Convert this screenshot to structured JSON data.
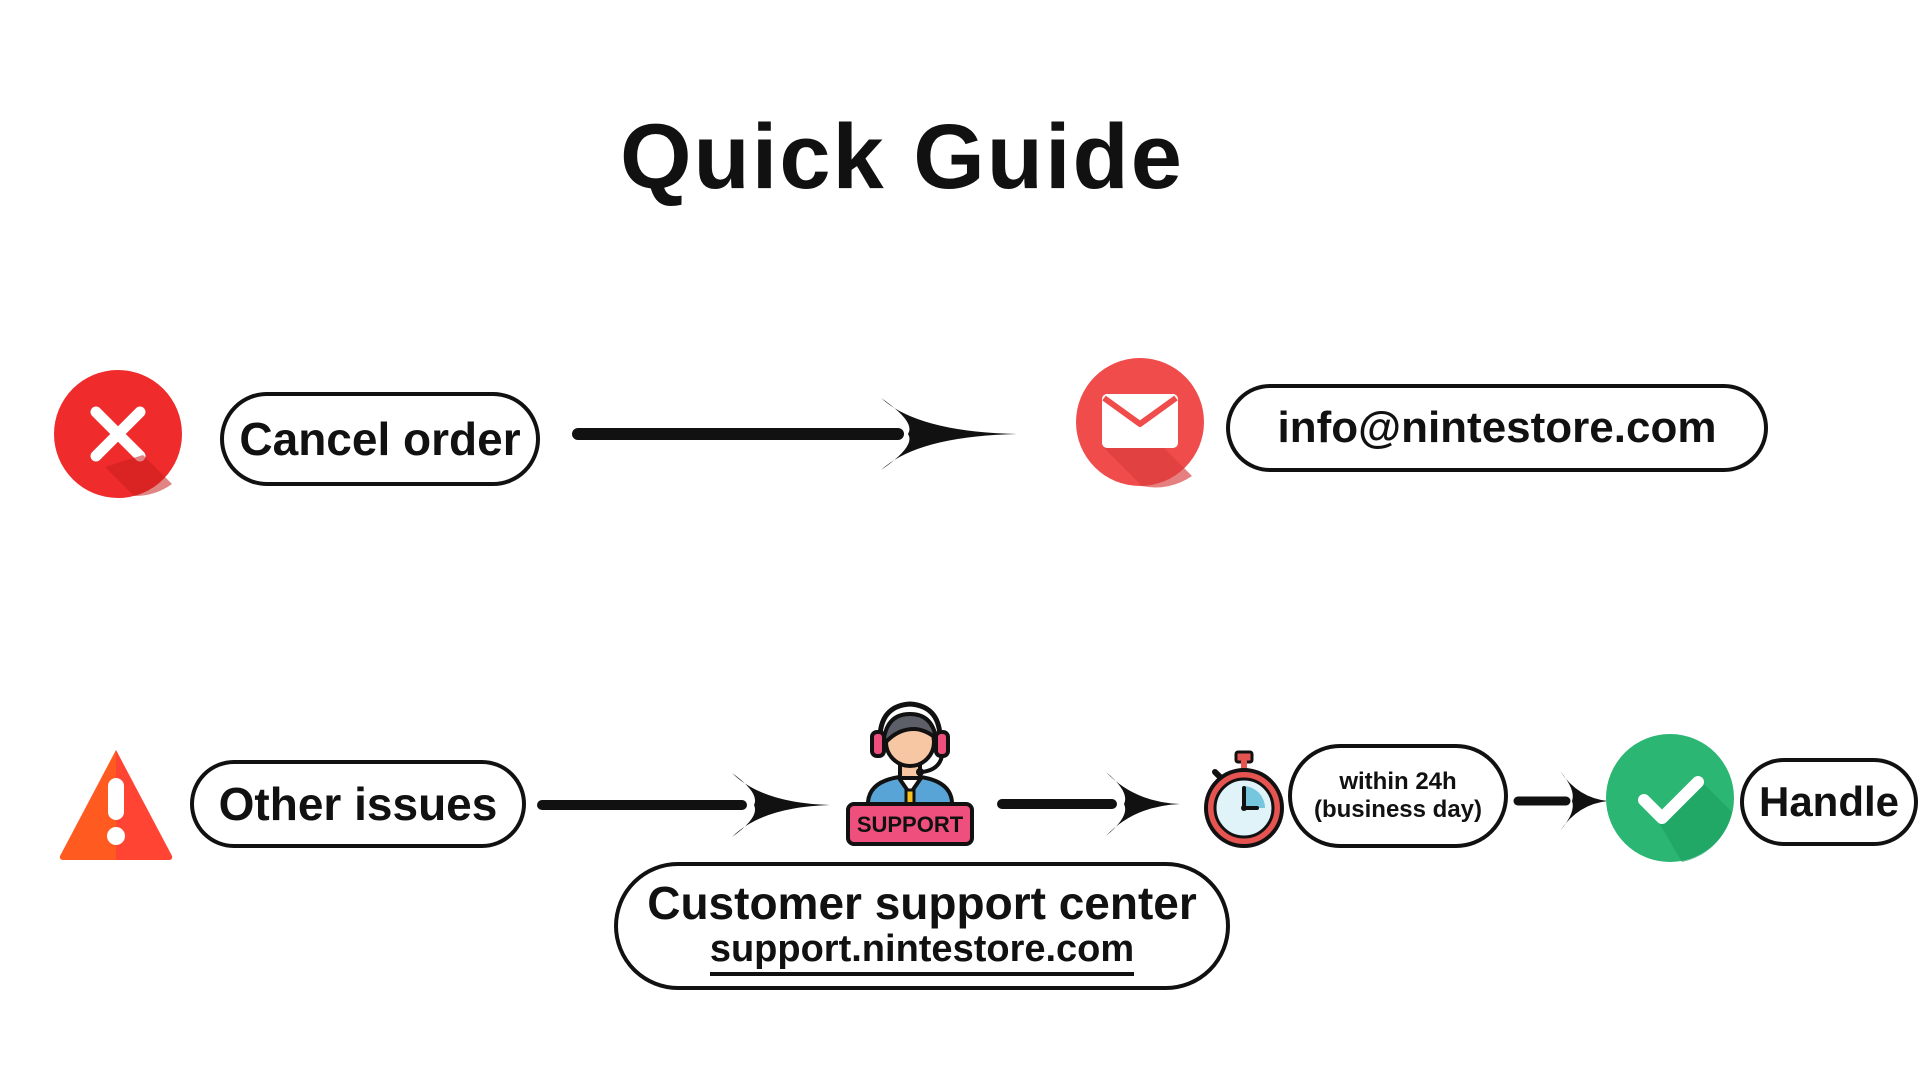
{
  "title": "Quick Guide",
  "flow_cancel": {
    "start_label": "Cancel order",
    "destination_label": "info@nintestore.com",
    "start_icon": "x-circle-icon",
    "destination_icon": "mail-icon"
  },
  "flow_other": {
    "start_label": "Other issues",
    "support_title": "Customer support center",
    "support_url": "support.nintestore.com",
    "support_badge": "SUPPORT",
    "timing_line1": "within 24h",
    "timing_line2": "(business day)",
    "end_label": "Handle",
    "start_icon": "warning-icon",
    "support_icon": "support-agent-icon",
    "timer_icon": "stopwatch-icon",
    "end_icon": "check-circle-icon"
  },
  "colors": {
    "red": "#ef3b3b",
    "warning_orange": "#ff5a1f",
    "green": "#2bb673",
    "dark": "#111111",
    "support_pink": "#ef4f7d"
  }
}
